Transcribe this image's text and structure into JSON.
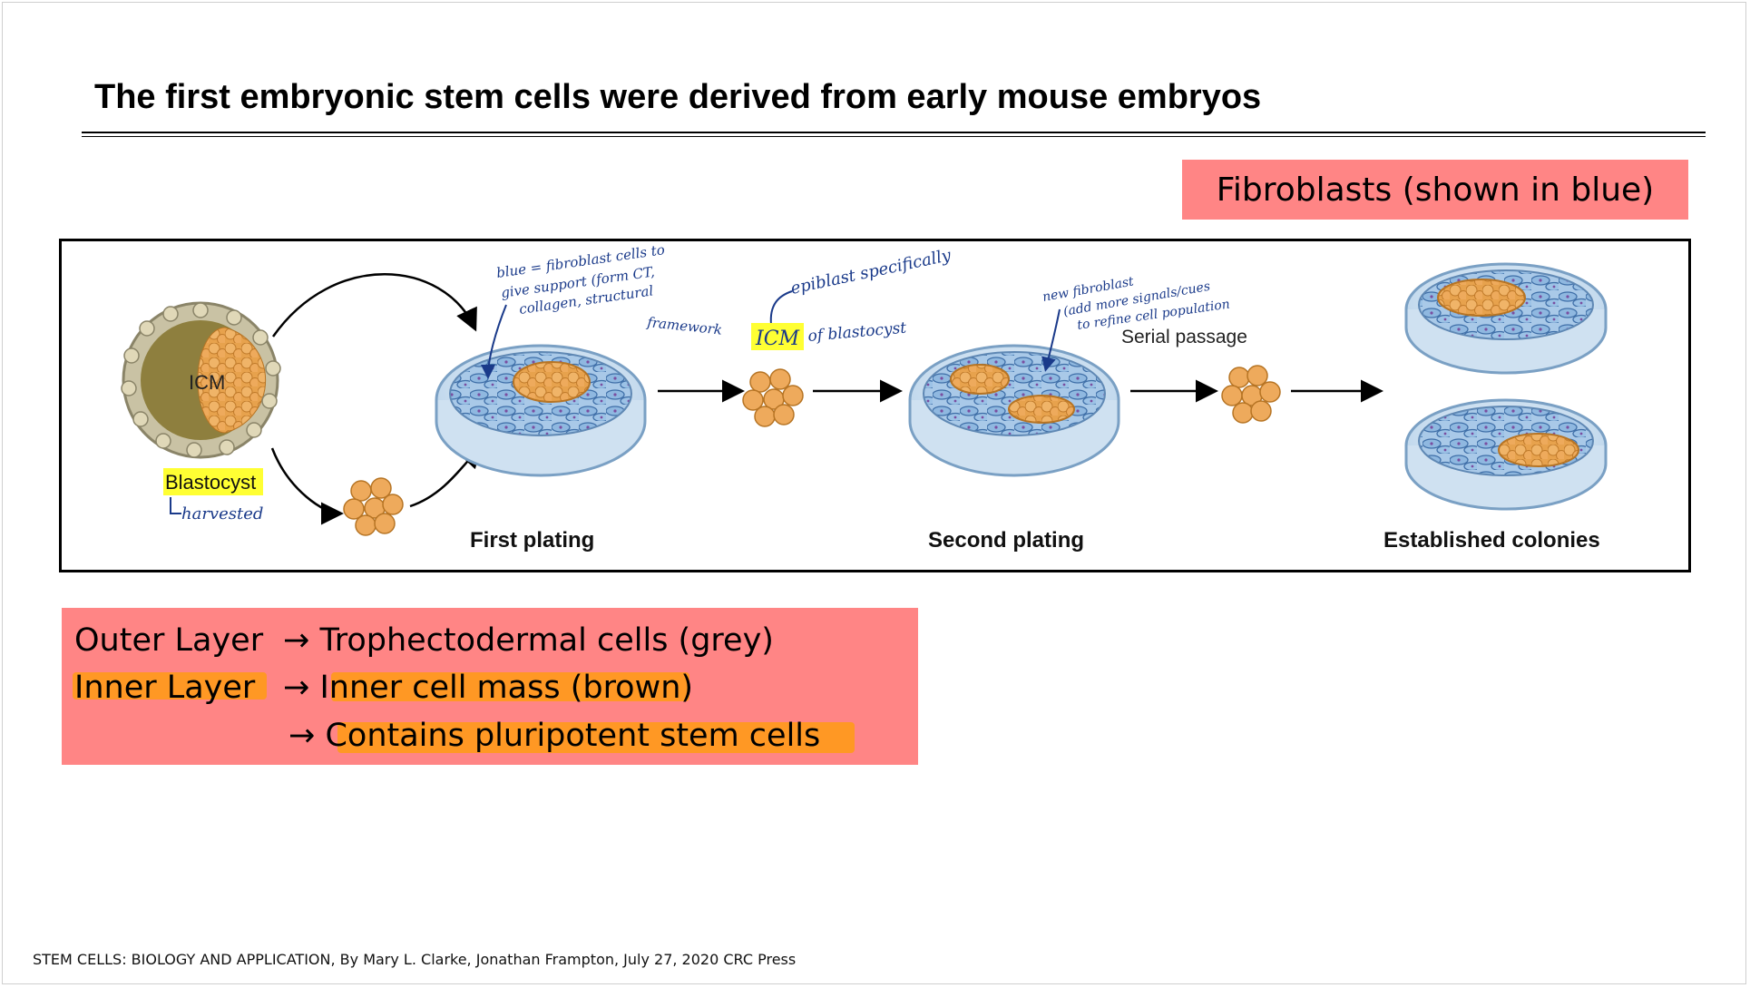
{
  "slide": {
    "title": "The first embryonic stem cells were derived from early mouse embryos",
    "fibroblast_label": "Fibroblasts (shown in blue)",
    "citation": "STEM CELLS: BIOLOGY AND APPLICATION, By Mary L. Clarke, Jonathan Frampton, July 27, 2020 CRC Press"
  },
  "figure": {
    "icm_label": "ICM",
    "blastocyst_label": "Blastocyst",
    "harvested_note": "harvested",
    "first_plating": "First plating",
    "second_plating": "Second plating",
    "established_colonies": "Established colonies",
    "serial_passage": "Serial passage",
    "note_blue_1": "blue = fibroblast cells to",
    "note_blue_2": "give support (form CT,",
    "note_blue_3": "collagen, structural",
    "note_blue_4": "framework",
    "note_epiblast": "epiblast specifically",
    "note_icm_1": "ICM",
    "note_icm_2": "of blastocyst",
    "note_new_1": "new fibroblast",
    "note_new_2": "(add more signals/cues",
    "note_new_3": "to refine cell population",
    "colors": {
      "fibroblast": "#7fb3e0",
      "icm": "#e8a855",
      "trophectoderm": "#c8c0a0",
      "ink": "#1a3a8a",
      "highlight_yellow": "#ffff33"
    }
  },
  "layers": {
    "line1_left": "Outer Layer",
    "line1_arrow": "→",
    "line1_right": "Trophectodermal cells (grey)",
    "line2_left": "Inner Layer",
    "line2_arrow": "→",
    "line2_right": "Inner cell mass (brown)",
    "line3_arrow": "→",
    "line3_right": "Contains pluripotent stem cells",
    "colors": {
      "box": "#ff8585",
      "highlight": "#ff9a1a"
    }
  }
}
